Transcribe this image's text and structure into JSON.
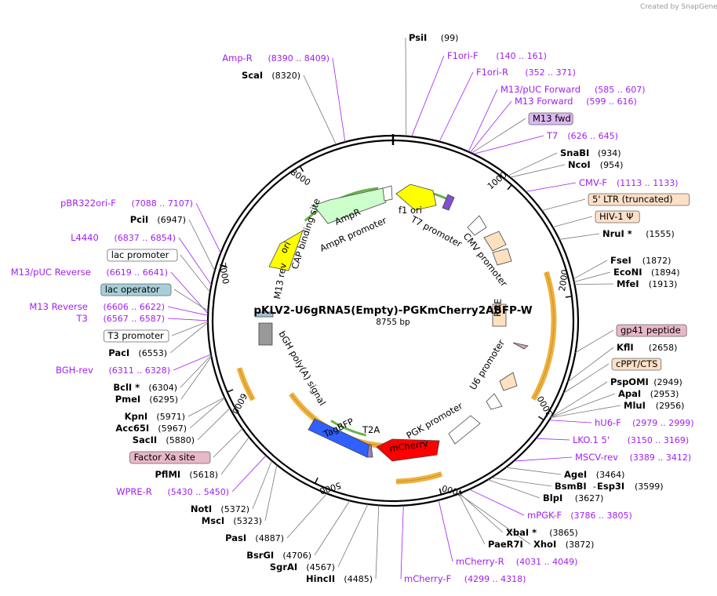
{
  "watermark": "Created by SnapGene",
  "plasmid": {
    "name": "pKLV2-U6gRNA5(Empty)-PGKmCherry2ABFP-W",
    "size": "8755 bp",
    "length": 8755
  },
  "ticks": [
    "1000",
    "2000",
    "3000",
    "4000",
    "5000",
    "6000",
    "7000",
    "8000"
  ],
  "right_labels": [
    {
      "name": "PsiI",
      "coord": "(99)",
      "kind": "enzyme"
    },
    {
      "name": "F1ori-F",
      "coord": "(140 .. 161)",
      "kind": "primer"
    },
    {
      "name": "F1ori-R",
      "coord": "(352 .. 371)",
      "kind": "primer"
    },
    {
      "name": "M13/pUC Forward",
      "coord": "(585 .. 607)",
      "kind": "primer"
    },
    {
      "name": "M13 Forward",
      "coord": "(599 .. 616)",
      "kind": "primer"
    },
    {
      "name": "M13 fwd",
      "coord": "",
      "kind": "box-purple"
    },
    {
      "name": "T7",
      "coord": "(626 .. 645)",
      "kind": "primer"
    },
    {
      "name": "SnaBI",
      "coord": "(934)",
      "kind": "enzyme"
    },
    {
      "name": "NcoI",
      "coord": "(954)",
      "kind": "enzyme"
    },
    {
      "name": "CMV-F",
      "coord": "(1113 .. 1133)",
      "kind": "primer"
    },
    {
      "name": "5' LTR (truncated)",
      "coord": "",
      "kind": "box-orange"
    },
    {
      "name": "HIV-1 Ψ",
      "coord": "",
      "kind": "box-orange"
    },
    {
      "name": "NruI *",
      "coord": "(1555)",
      "kind": "enzyme"
    },
    {
      "name": "FseI",
      "coord": "(1872)",
      "kind": "enzyme"
    },
    {
      "name": "EcoNI",
      "coord": "(1894)",
      "kind": "enzyme"
    },
    {
      "name": "MfeI",
      "coord": "(1913)",
      "kind": "enzyme"
    },
    {
      "name": "gp41 peptide",
      "coord": "",
      "kind": "box-pink"
    },
    {
      "name": "KflI",
      "coord": "(2658)",
      "kind": "enzyme"
    },
    {
      "name": "cPPT/CTS",
      "coord": "",
      "kind": "box-orange"
    },
    {
      "name": "PspOMI",
      "coord": "(2949)",
      "kind": "enzyme"
    },
    {
      "name": "ApaI",
      "coord": "(2953)",
      "kind": "enzyme"
    },
    {
      "name": "MluI",
      "coord": "(2956)",
      "kind": "enzyme"
    },
    {
      "name": "hU6-F",
      "coord": "(2979 .. 2999)",
      "kind": "primer"
    },
    {
      "name": "LKO.1 5'",
      "coord": "(3150 .. 3169)",
      "kind": "primer"
    },
    {
      "name": "MSCV-rev",
      "coord": "(3389 .. 3412)",
      "kind": "primer"
    },
    {
      "name": "AgeI",
      "coord": "(3464)",
      "kind": "enzyme"
    },
    {
      "name": "BsmBI",
      "coord": "",
      "kind": "enzyme"
    },
    {
      "name": "Esp3I",
      "coord": "(3599)",
      "kind": "enzyme"
    },
    {
      "name": "BlpI",
      "coord": "(3627)",
      "kind": "enzyme"
    },
    {
      "name": "mPGK-F",
      "coord": "(3786 .. 3805)",
      "kind": "primer"
    },
    {
      "name": "XbaI *",
      "coord": "(3865)",
      "kind": "enzyme"
    },
    {
      "name": "PaeR7I",
      "coord": "",
      "kind": "enzyme"
    },
    {
      "name": "XhoI",
      "coord": "(3872)",
      "kind": "enzyme"
    },
    {
      "name": "mCherry-R",
      "coord": "(4031 .. 4049)",
      "kind": "primer"
    },
    {
      "name": "mCherry-F",
      "coord": "(4299 .. 4318)",
      "kind": "primer"
    }
  ],
  "left_labels": [
    {
      "name": "Amp-R",
      "coord": "(8390 .. 8409)",
      "kind": "primer"
    },
    {
      "name": "ScaI",
      "coord": "(8320)",
      "kind": "enzyme"
    },
    {
      "name": "pBR322ori-F",
      "coord": "(7088 .. 7107)",
      "kind": "primer"
    },
    {
      "name": "PciI",
      "coord": "(6947)",
      "kind": "enzyme"
    },
    {
      "name": "L4440",
      "coord": "(6837 .. 6854)",
      "kind": "primer"
    },
    {
      "name": "lac promoter",
      "coord": "",
      "kind": "box-white"
    },
    {
      "name": "M13/pUC Reverse",
      "coord": "(6619 .. 6641)",
      "kind": "primer"
    },
    {
      "name": "lac operator",
      "coord": "",
      "kind": "box-blue"
    },
    {
      "name": "M13 Reverse",
      "coord": "(6606 .. 6622)",
      "kind": "primer"
    },
    {
      "name": "T3",
      "coord": "(6567 .. 6587)",
      "kind": "primer"
    },
    {
      "name": "T3 promoter",
      "coord": "",
      "kind": "box-white"
    },
    {
      "name": "PacI",
      "coord": "(6553)",
      "kind": "enzyme"
    },
    {
      "name": "BGH-rev",
      "coord": "(6311 .. 6328)",
      "kind": "primer"
    },
    {
      "name": "BclI *",
      "coord": "(6304)",
      "kind": "enzyme"
    },
    {
      "name": "PmeI",
      "coord": "(6295)",
      "kind": "enzyme"
    },
    {
      "name": "KpnI",
      "coord": "(5971)",
      "kind": "enzyme"
    },
    {
      "name": "Acc65I",
      "coord": "(5967)",
      "kind": "enzyme"
    },
    {
      "name": "SacII",
      "coord": "(5880)",
      "kind": "enzyme"
    },
    {
      "name": "Factor Xa site",
      "coord": "",
      "kind": "box-pink"
    },
    {
      "name": "PflMI",
      "coord": "(5618)",
      "kind": "enzyme"
    },
    {
      "name": "WPRE-R",
      "coord": "(5430 .. 5450)",
      "kind": "primer"
    },
    {
      "name": "NotI",
      "coord": "(5372)",
      "kind": "enzyme"
    },
    {
      "name": "MscI",
      "coord": "(5323)",
      "kind": "enzyme"
    },
    {
      "name": "PasI",
      "coord": "(4887)",
      "kind": "enzyme"
    },
    {
      "name": "BsrGI",
      "coord": "(4706)",
      "kind": "enzyme"
    },
    {
      "name": "SgrAI",
      "coord": "(4567)",
      "kind": "enzyme"
    },
    {
      "name": "HincII",
      "coord": "(4485)",
      "kind": "enzyme"
    }
  ],
  "features": [
    {
      "name": "f1 ori",
      "color": "#ffff00"
    },
    {
      "name": "AmpR",
      "color": "#ccffcc"
    },
    {
      "name": "AmpR promoter",
      "color": "#ffffff"
    },
    {
      "name": "ori",
      "color": "#ffff00"
    },
    {
      "name": "CAP binding site",
      "color": "#ffffff"
    },
    {
      "name": "M13 rev",
      "color": "#ffffff"
    },
    {
      "name": "T7 promoter",
      "color": "#ffffff"
    },
    {
      "name": "CMV promoter",
      "color": "#ffffff"
    },
    {
      "name": "RRE",
      "color": "#ffe0c0"
    },
    {
      "name": "U6 promoter",
      "color": "#ffffff"
    },
    {
      "name": "PGK promoter",
      "color": "#ffffff"
    },
    {
      "name": "mCherry",
      "color": "#ff0000"
    },
    {
      "name": "T2A",
      "color": "#ffffff"
    },
    {
      "name": "TagBFP",
      "color": "#3060ff"
    },
    {
      "name": "bGH poly(A) signal",
      "color": "#999999"
    }
  ],
  "colors": {
    "primer": "#a020f0",
    "ltr": "#ffe0c0",
    "lentiline": "#f0b040",
    "green": "#6ab04c"
  }
}
